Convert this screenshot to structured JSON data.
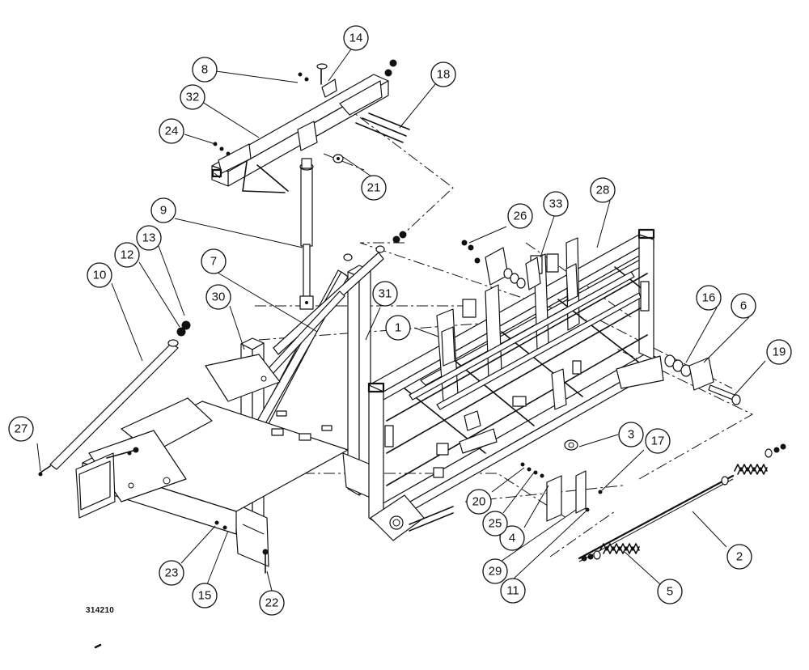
{
  "drawing_number": "314210",
  "callouts": [
    {
      "id": "1",
      "label": "1"
    },
    {
      "id": "2",
      "label": "2"
    },
    {
      "id": "3",
      "label": "3"
    },
    {
      "id": "4",
      "label": "4"
    },
    {
      "id": "5",
      "label": "5"
    },
    {
      "id": "6",
      "label": "6"
    },
    {
      "id": "7",
      "label": "7"
    },
    {
      "id": "8",
      "label": "8"
    },
    {
      "id": "9",
      "label": "9"
    },
    {
      "id": "10",
      "label": "10"
    },
    {
      "id": "11",
      "label": "11"
    },
    {
      "id": "12",
      "label": "12"
    },
    {
      "id": "13",
      "label": "13"
    },
    {
      "id": "14",
      "label": "14"
    },
    {
      "id": "15",
      "label": "15"
    },
    {
      "id": "16",
      "label": "16"
    },
    {
      "id": "17",
      "label": "17"
    },
    {
      "id": "18",
      "label": "18"
    },
    {
      "id": "19",
      "label": "19"
    },
    {
      "id": "20",
      "label": "20"
    },
    {
      "id": "21",
      "label": "21"
    },
    {
      "id": "22",
      "label": "22"
    },
    {
      "id": "23",
      "label": "23"
    },
    {
      "id": "24",
      "label": "24"
    },
    {
      "id": "25",
      "label": "25"
    },
    {
      "id": "26",
      "label": "26"
    },
    {
      "id": "27",
      "label": "27"
    },
    {
      "id": "28",
      "label": "28"
    },
    {
      "id": "29",
      "label": "29"
    },
    {
      "id": "30",
      "label": "30"
    },
    {
      "id": "31",
      "label": "31"
    },
    {
      "id": "32",
      "label": "32"
    },
    {
      "id": "33",
      "label": "33"
    }
  ]
}
